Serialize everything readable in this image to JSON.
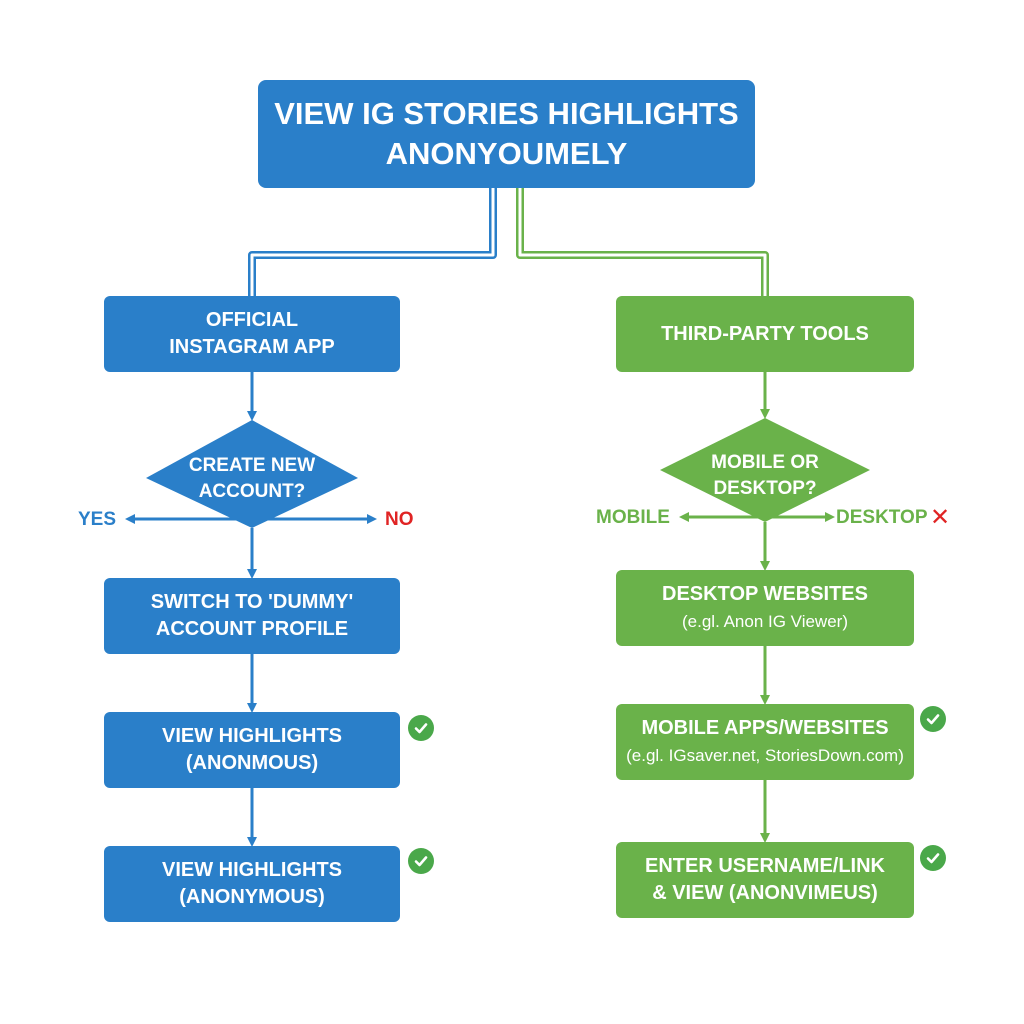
{
  "colors": {
    "blue": "#2a7fc9",
    "green": "#6ab24a",
    "yes": "#2a7fc9",
    "no": "#e02424",
    "check": "#4aa84a"
  },
  "title": {
    "line1": "VIEW IG STORIES HIGHLIGHTS",
    "line2": "ANONYOUMELY"
  },
  "left": {
    "start": {
      "line1": "OFFICIAL",
      "line2": "INSTAGRAM APP"
    },
    "decision": {
      "line1": "CREATE NEW",
      "line2": "ACCOUNT?"
    },
    "yes_label": "YES",
    "no_label": "NO",
    "step1": {
      "line1": "SWITCH TO 'DUMMY'",
      "line2": "ACCOUNT PROFILE"
    },
    "step2": {
      "line1": "VIEW HIGHLIGHTS",
      "line2": "(ANONMOUS)"
    },
    "step3": {
      "line1": "VIEW HIGHLIGHTS",
      "line2": "(ANONYMOUS)"
    }
  },
  "right": {
    "start": {
      "line1": "THIRD-PARTY TOOLS"
    },
    "decision": {
      "line1": "MOBILE OR",
      "line2": "DESKTOP?"
    },
    "mobile_label": "MOBILE",
    "desktop_label": "DESKTOP",
    "cross_symbol": "✕",
    "step1": {
      "line1": "DESKTOP WEBSITES",
      "line2": "(e.gl. Anon IG Viewer)"
    },
    "step2": {
      "line1": "MOBILE APPS/WEBSITES",
      "line2": "(e.gl. IGsaver.net, StoriesDown.com)"
    },
    "step3": {
      "line1": "ENTER USERNAME/LINK",
      "line2": "& VIEW (ANONVIMEUS)"
    }
  }
}
